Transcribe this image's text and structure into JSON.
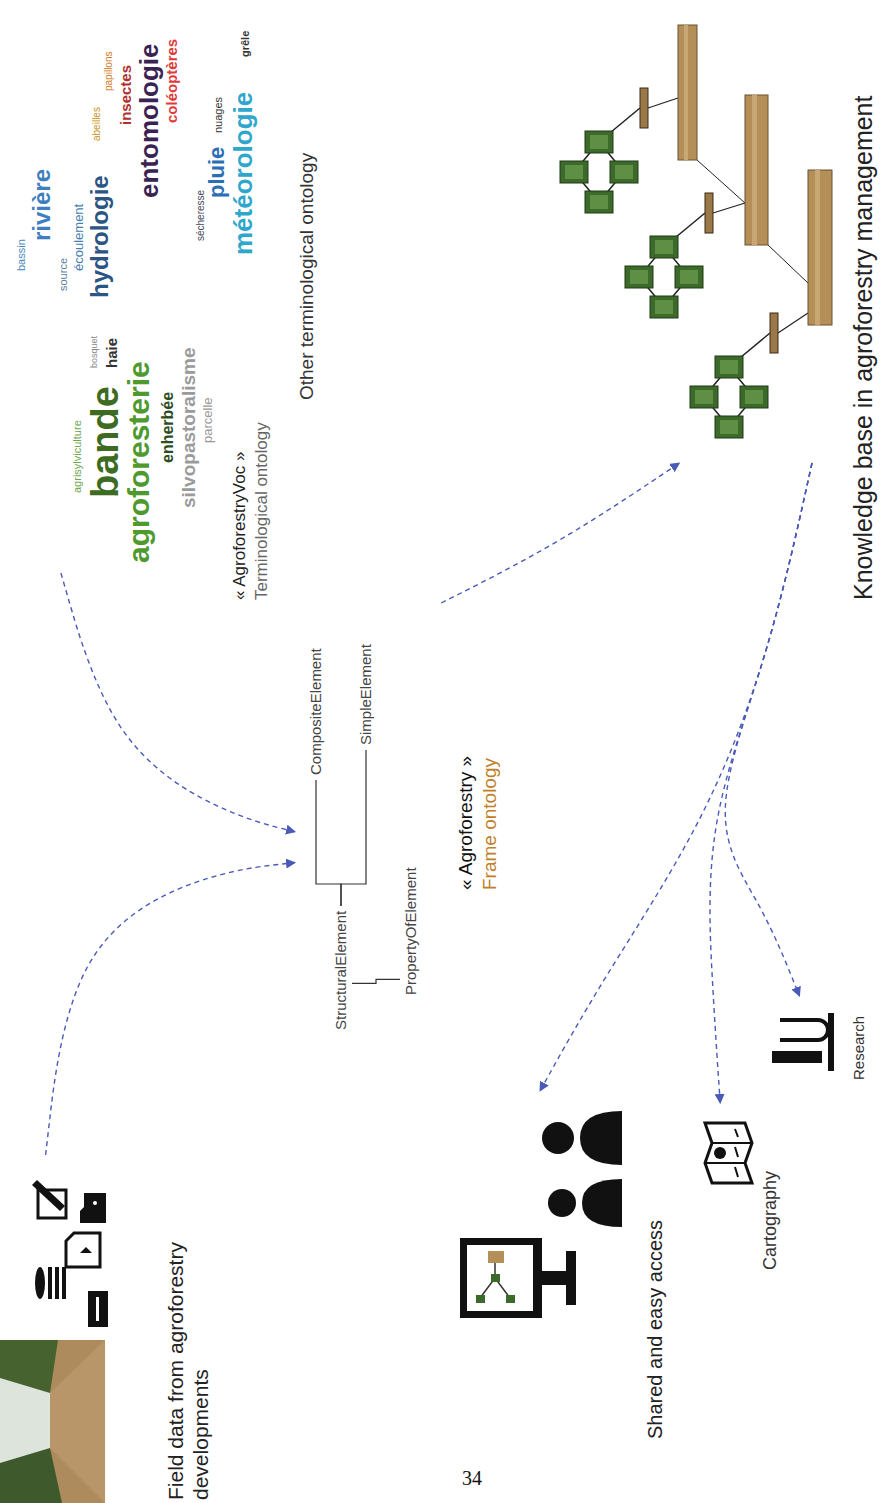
{
  "diagram": {
    "nodes": [
      {
        "text": [
          "Field data from agroforestry developments"
        ]
      },
      {
        "text": [
          "« AgroforestryVoc »",
          "Terminological ontology"
        ]
      },
      {
        "text": [
          "Other terminological ontology"
        ]
      },
      {
        "text": [
          "« Agroforestry »",
          "Frame ontology"
        ]
      },
      {
        "text": [
          "StructuralElement"
        ],
        "in": 3
      },
      {
        "text": [
          "PropertyOfElement"
        ],
        "in": 3
      },
      {
        "text": [
          "CompositeElement"
        ],
        "in": 3
      },
      {
        "text": [
          "SimpleElement"
        ],
        "in": 3
      },
      {
        "text": [
          "Knowledge base in agroforestry management"
        ]
      },
      {
        "text": [
          "Shared and easy access"
        ]
      },
      {
        "text": [
          "Cartography"
        ]
      },
      {
        "text": [
          "Research"
        ]
      }
    ],
    "edges": [
      {
        "from": 0,
        "to": 3,
        "arrow": "to"
      },
      {
        "from": 1,
        "to": 3,
        "arrow": "to"
      },
      {
        "from": 3,
        "to": 8,
        "arrow": "to"
      },
      {
        "from": 8,
        "to": 9,
        "arrow": "to"
      },
      {
        "from": 8,
        "to": 10,
        "arrow": "to"
      },
      {
        "from": 8,
        "to": 11,
        "arrow": "to"
      },
      {
        "from": 4,
        "to": 6,
        "arrow": "none"
      },
      {
        "from": 4,
        "to": 7,
        "arrow": "none"
      },
      {
        "from": 4,
        "to": 5,
        "arrow": "none"
      }
    ],
    "labels": [
      "agrisylviculture",
      "bande",
      "bosquet",
      "haie",
      "agroforesterie",
      "enherbée",
      "silvopastoralisme",
      "parcelle",
      "bassin",
      "rivière",
      "source",
      "écoulement",
      "hydrologie",
      "abeilles",
      "papillons",
      "insectes",
      "entomologie",
      "coléoptères",
      "sécheresse",
      "pluie",
      "nuages",
      "météorologie",
      "grêle",
      "34"
    ]
  }
}
